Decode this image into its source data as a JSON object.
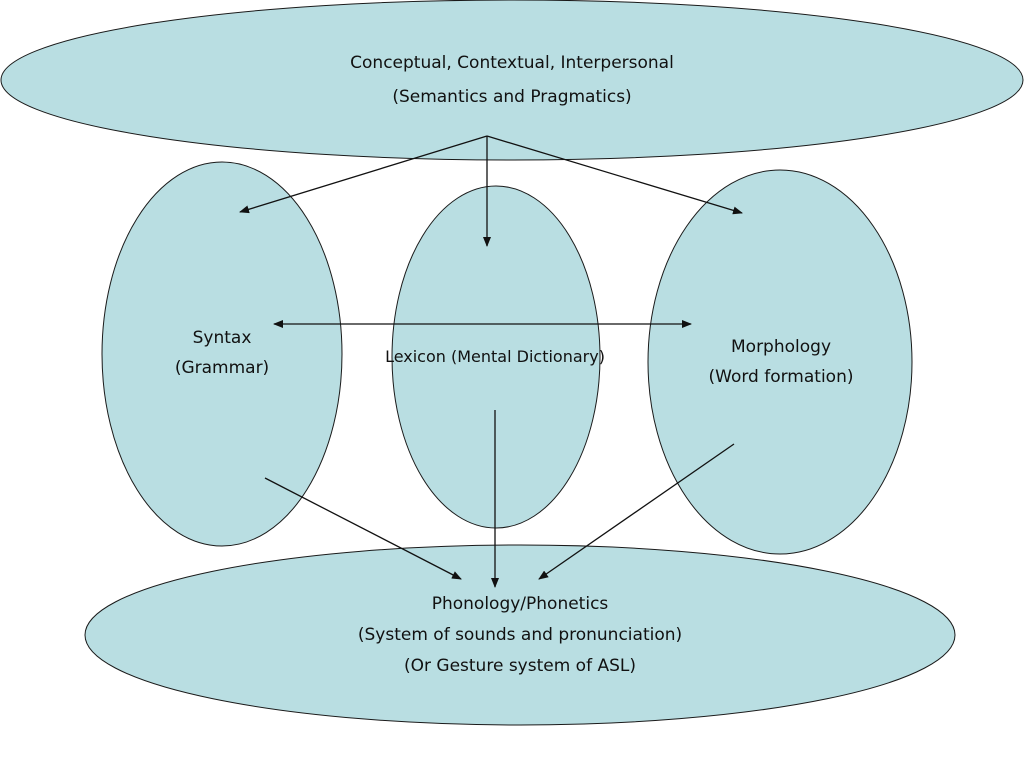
{
  "colors": {
    "ellipse_fill": "#b9dee2",
    "ellipse_stroke": "#1a1a1a",
    "arrow": "#111111",
    "background": "#ffffff"
  },
  "nodes": {
    "top": {
      "line1": "Conceptual, Contextual, Interpersonal",
      "line2": "(Semantics and Pragmatics)"
    },
    "syntax": {
      "line1": "Syntax",
      "line2": "(Grammar)"
    },
    "lexicon": {
      "line1": "Lexicon (Mental Dictionary)"
    },
    "morphology": {
      "line1": "Morphology",
      "line2": "(Word formation)"
    },
    "bottom": {
      "line1": "Phonology/Phonetics",
      "line2": "(System of sounds and pronunciation)",
      "line3": "(Or Gesture system of ASL)"
    }
  },
  "edges": [
    {
      "from": "top",
      "to": "syntax"
    },
    {
      "from": "top",
      "to": "lexicon"
    },
    {
      "from": "top",
      "to": "morphology"
    },
    {
      "from": "syntax",
      "to": "morphology",
      "bidirectional": true
    },
    {
      "from": "syntax",
      "to": "bottom"
    },
    {
      "from": "lexicon",
      "to": "bottom"
    },
    {
      "from": "morphology",
      "to": "bottom"
    }
  ]
}
